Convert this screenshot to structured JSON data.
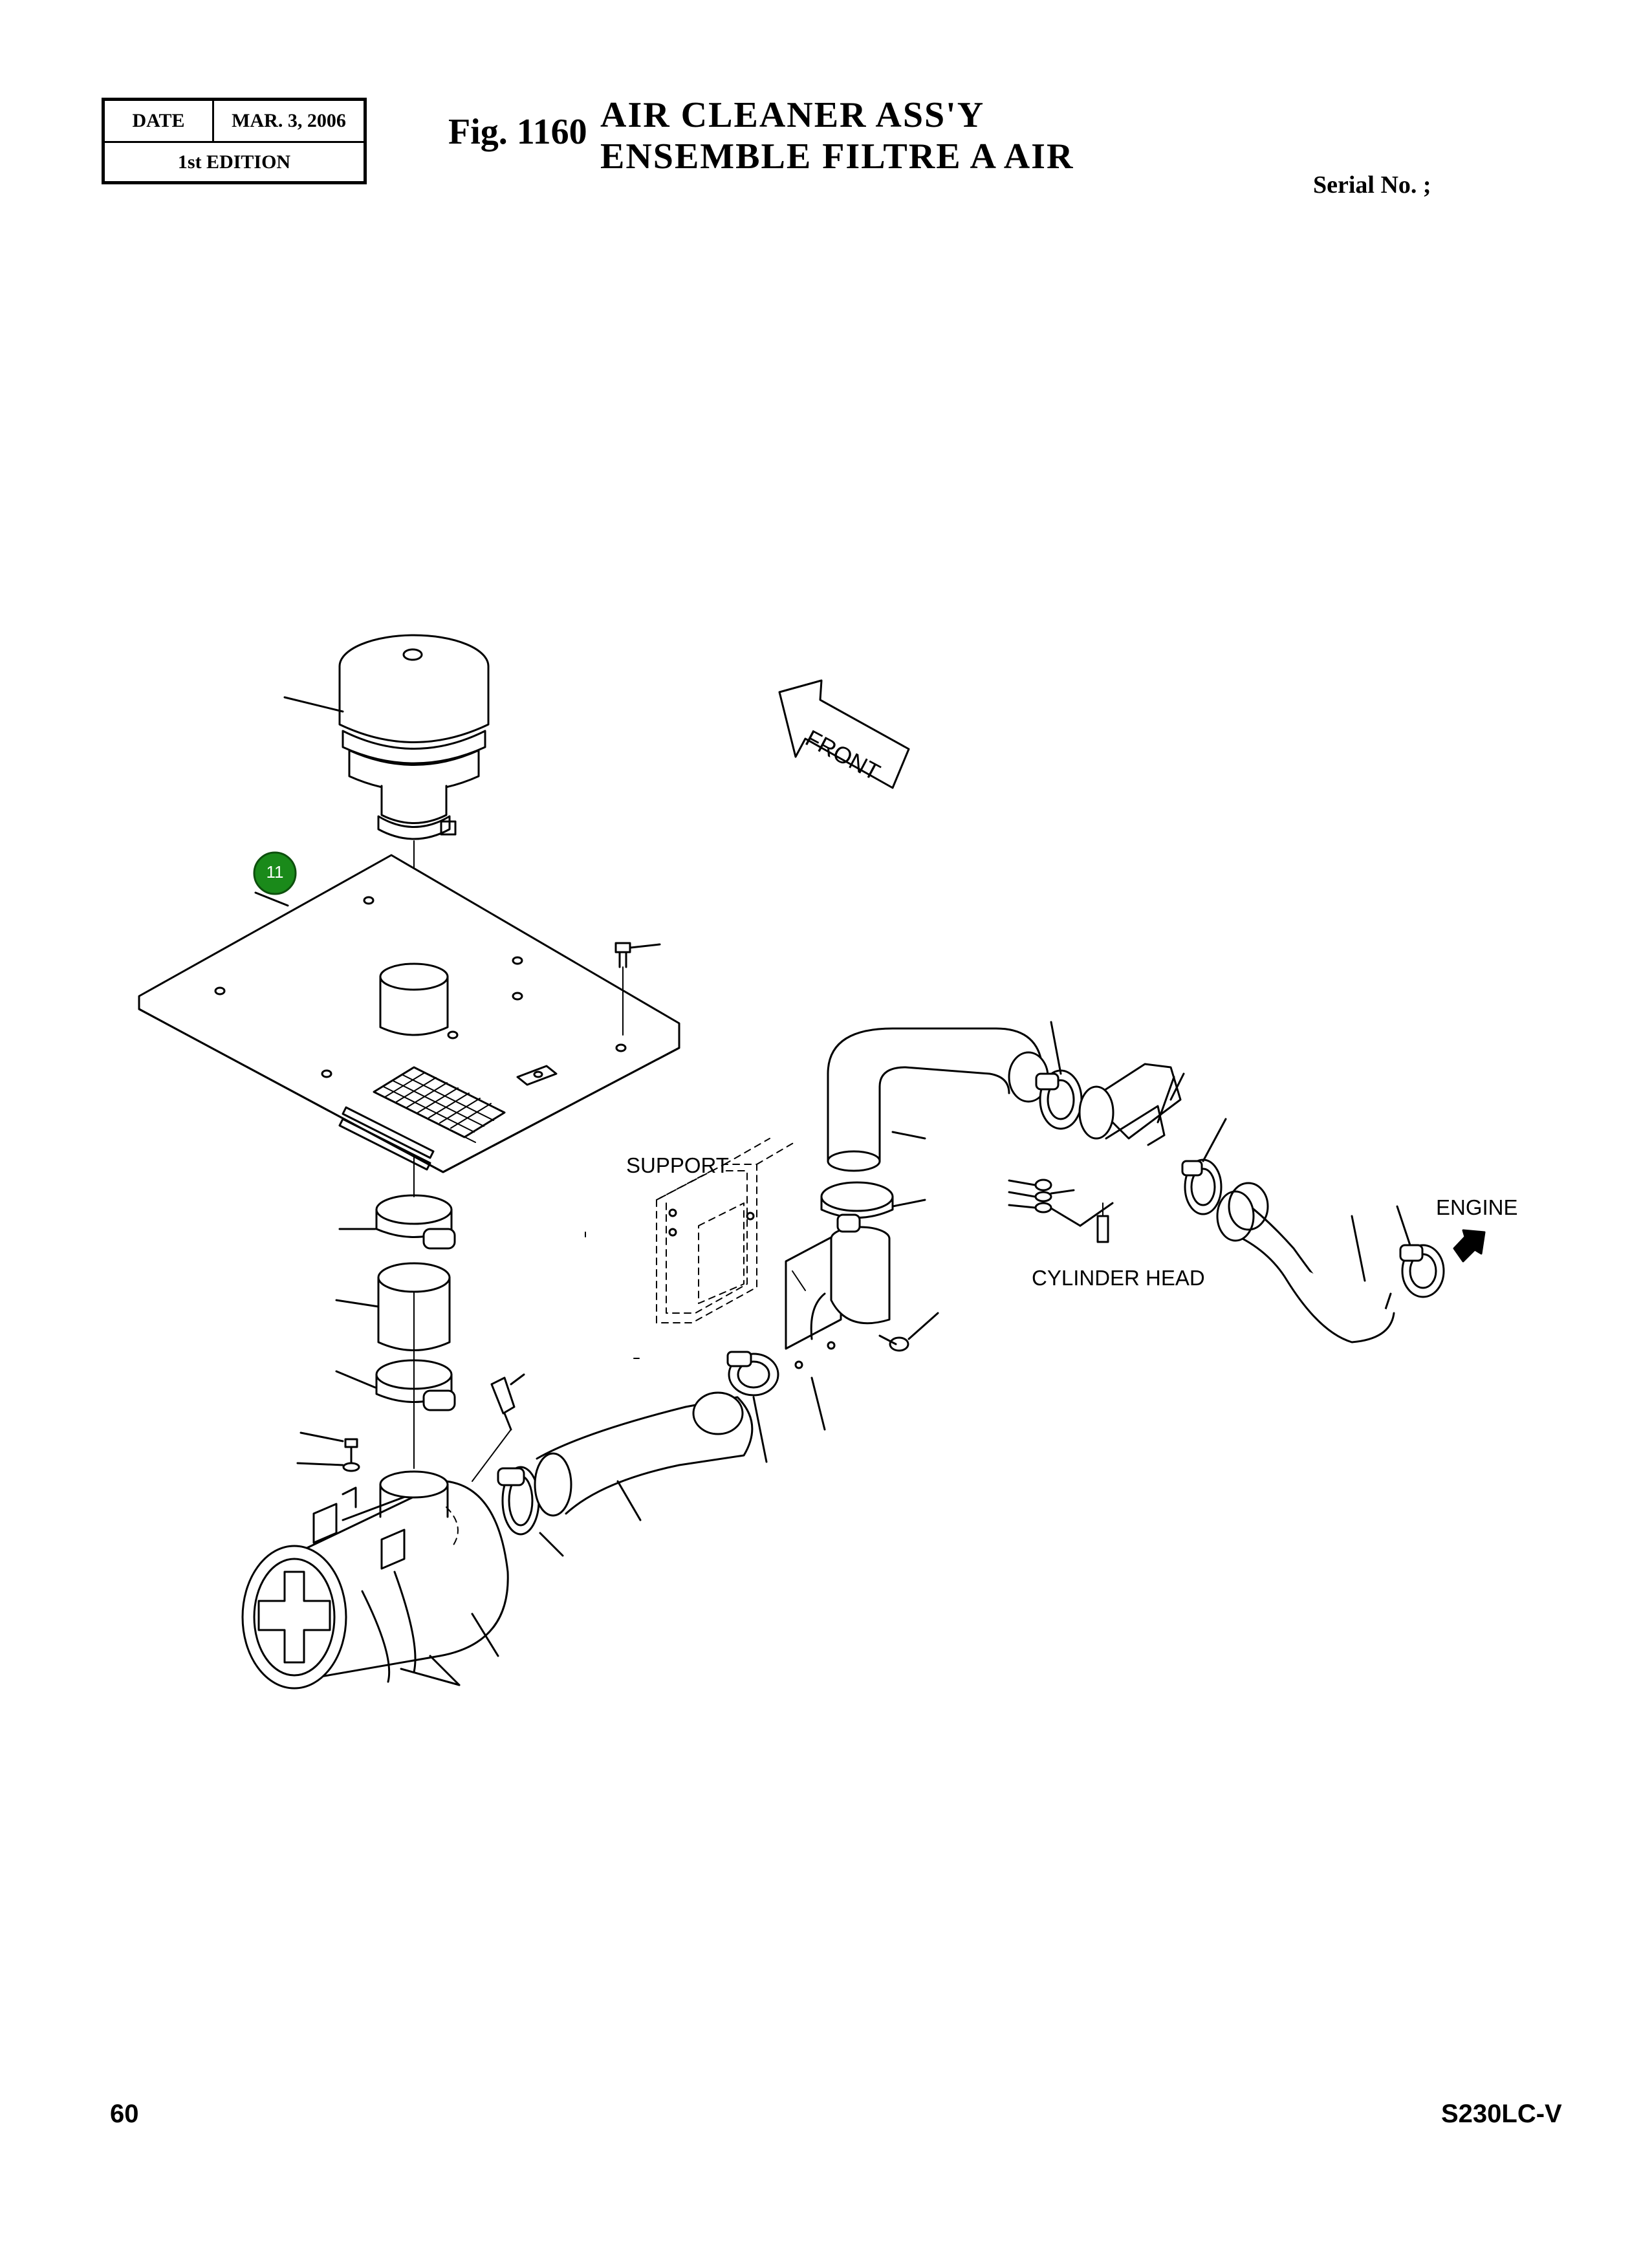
{
  "header": {
    "date_label": "DATE",
    "date_value": "MAR. 3, 2006",
    "edition": "1st EDITION",
    "fig_number": "Fig. 1160",
    "title_en": "AIR CLEANER ASS'Y",
    "title_fr": "ENSEMBLE FILTRE A AIR",
    "serial": "Serial No. ;"
  },
  "diagram": {
    "front_label": "FRONT",
    "support_label": "SUPPORT",
    "engine_label": "ENGINE",
    "cylinder_head_label": "CYLINDER HEAD",
    "callout_number": "11",
    "callout_color": "#1a8a1a",
    "line_color": "#000000"
  },
  "footer": {
    "page_number": "60",
    "model": "S230LC-V"
  }
}
